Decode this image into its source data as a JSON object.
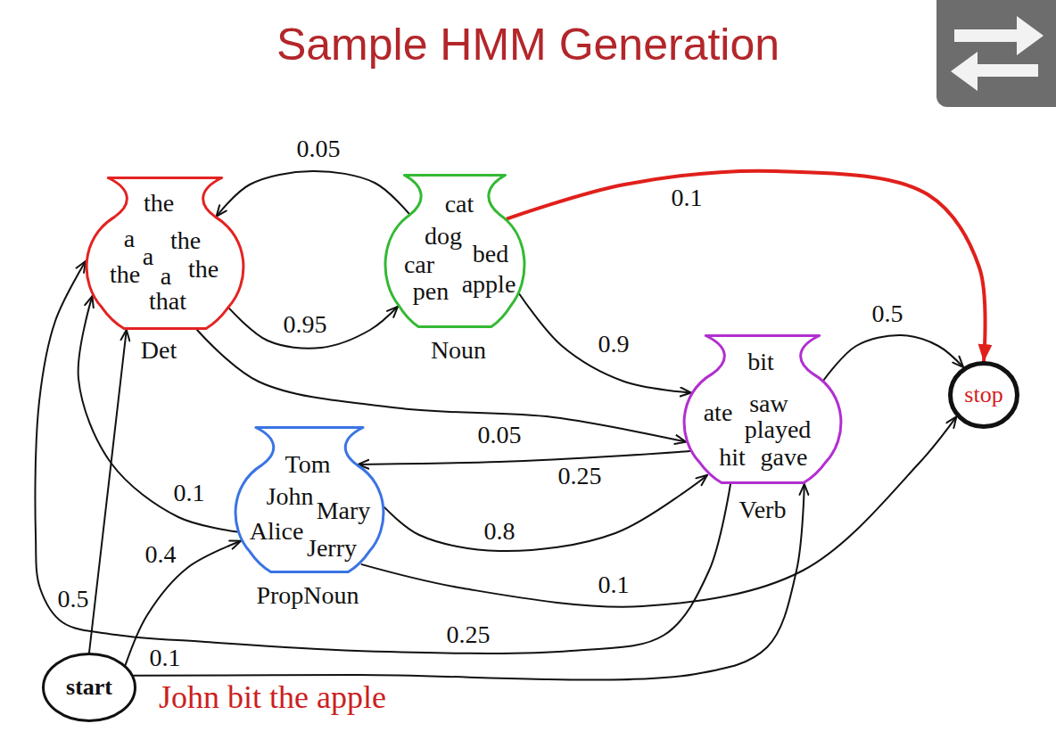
{
  "diagram": {
    "title": "Sample HMM Generation",
    "nodes": [
      {
        "text": [
          "the",
          "a",
          "the",
          "a",
          "the",
          "a",
          "the",
          "that",
          "Det"
        ]
      },
      {
        "text": [
          "cat",
          "dog",
          "bed",
          "car",
          "pen",
          "apple",
          "Noun"
        ]
      },
      {
        "text": [
          "bit",
          "ate",
          "saw",
          "played",
          "hit",
          "gave",
          "Verb"
        ]
      },
      {
        "text": [
          "stop"
        ]
      },
      {
        "text": [
          "Tom",
          "John",
          "Mary",
          "Alice",
          "Jerry",
          "PropNoun"
        ]
      },
      {
        "text": [
          "start"
        ]
      }
    ],
    "edges": [
      {
        "from": 1,
        "to": 0,
        "arrow": "to",
        "label": "0.05"
      },
      {
        "from": 0,
        "to": 1,
        "arrow": "to",
        "label": "0.95"
      },
      {
        "from": 1,
        "to": 3,
        "arrow": "to",
        "label": "0.1"
      },
      {
        "from": 1,
        "to": 2,
        "arrow": "to",
        "label": "0.9"
      },
      {
        "from": 0,
        "to": 2,
        "arrow": "to",
        "label": "0.05"
      },
      {
        "from": 2,
        "to": 3,
        "arrow": "to",
        "label": "0.5"
      },
      {
        "from": 2,
        "to": 4,
        "arrow": "to",
        "label": "0.25"
      },
      {
        "from": 4,
        "to": 2,
        "arrow": "to",
        "label": "0.8"
      },
      {
        "from": 4,
        "to": 0,
        "arrow": "to",
        "label": "0.1"
      },
      {
        "from": 4,
        "to": 3,
        "arrow": "to",
        "label": "0.1"
      },
      {
        "from": 2,
        "to": 0,
        "arrow": "to",
        "label": "0.25"
      },
      {
        "from": 5,
        "to": 0,
        "arrow": "to",
        "label": "0.5"
      },
      {
        "from": 5,
        "to": 4,
        "arrow": "to",
        "label": "0.4"
      },
      {
        "from": 5,
        "to": 2,
        "arrow": "to",
        "label": "0.1"
      }
    ],
    "labels": [
      "John bit the apple"
    ]
  }
}
